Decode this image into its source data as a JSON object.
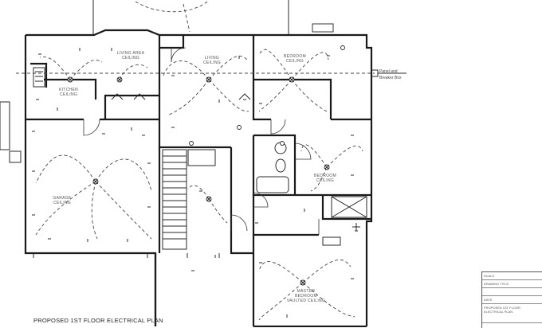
{
  "drawing": {
    "title": "PROPOSED 1ST FLOOR ELECTRICAL PLAN",
    "annotation": [
      "Panel and",
      "Breaker Box"
    ]
  },
  "rooms": [
    {
      "id": "living",
      "label": [
        "LIVING AREA",
        "CEILING"
      ]
    },
    {
      "id": "living2",
      "label": [
        "LIVING",
        "CEILING"
      ]
    },
    {
      "id": "bedroom-ne",
      "label": [
        "BEDROOM",
        "CEILING"
      ]
    },
    {
      "id": "kitchen",
      "label": [
        "KITCHEN",
        "CEILING"
      ]
    },
    {
      "id": "garage",
      "label": [
        "GARAGE",
        "CEILING"
      ]
    },
    {
      "id": "bedroom-e",
      "label": [
        "BEDROOM",
        "CEILING"
      ]
    },
    {
      "id": "master",
      "label": [
        "MASTER",
        "BEDROOM",
        "VAULTED CEILING"
      ]
    }
  ],
  "title_block": {
    "rows": [
      "SCALE",
      "DRAWING TITLE",
      "",
      "DATE"
    ],
    "footer": [
      "PROPOSED 1ST FLOOR",
      "ELECTRICAL PLAN"
    ]
  },
  "colors": {
    "lines": "#1a1a1a",
    "background": "#ffffff"
  }
}
